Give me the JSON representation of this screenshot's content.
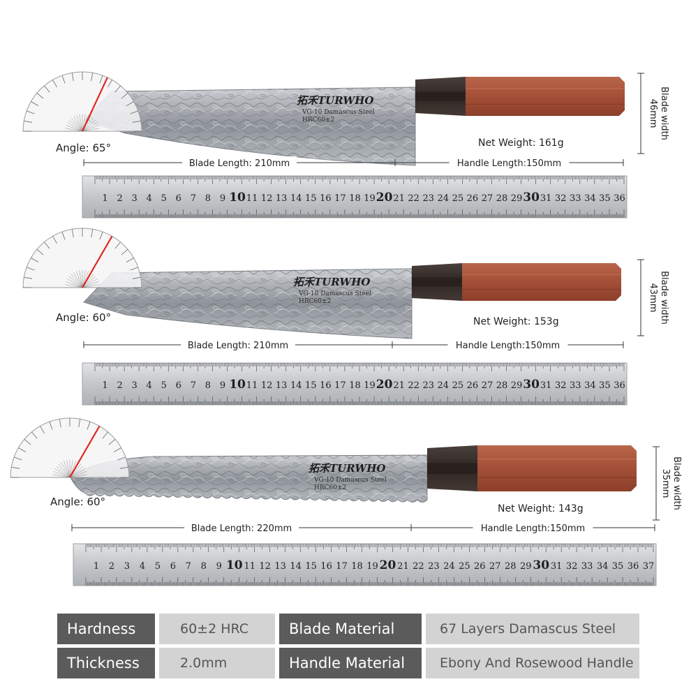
{
  "brand": {
    "name": "TURWHO",
    "logo_text": "拓禾TURWHO"
  },
  "colors": {
    "handle_wood": "#a75239",
    "handle_ebony": "#3a2f2c",
    "angle_line": "#e0271f",
    "spec_label_bg": "#5b5b5b",
    "spec_value_bg": "#d3d3d3"
  },
  "knives": [
    {
      "id": "knife-1",
      "angle_label": "Angle: 65°",
      "angle_deg": 65,
      "net_weight": "Net Weight: 161g",
      "blade_width_label": "Blade width",
      "blade_width_value": "46mm",
      "blade_length": "Blade Length: 210mm",
      "handle_length": "Handle Length:150mm",
      "blade_marking_1": "VG-10 Damascus Steel",
      "blade_marking_2": "HRC60±2",
      "ruler_max": 36
    },
    {
      "id": "knife-2",
      "angle_label": "Angle: 60°",
      "angle_deg": 60,
      "net_weight": "Net Weight: 153g",
      "blade_width_label": "Blade width",
      "blade_width_value": "43mm",
      "blade_length": "Blade Length: 210mm",
      "handle_length": "Handle Length:150mm",
      "blade_marking_1": "VG-10 Damascus Steel",
      "blade_marking_2": "HRC60±2",
      "ruler_max": 36
    },
    {
      "id": "knife-3",
      "angle_label": "Angle: 60°",
      "angle_deg": 60,
      "net_weight": "Net Weight: 143g",
      "blade_width_label": "Blade width",
      "blade_width_value": "35mm",
      "blade_length": "Blade Length: 220mm",
      "handle_length": "Handle Length:150mm",
      "blade_marking_1": "VG-10 Damascus Steel",
      "blade_marking_2": "HRC60±2",
      "ruler_max": 37
    }
  ],
  "specs": [
    {
      "label": "Hardness",
      "value": "60±2 HRC",
      "label2": "Blade Material",
      "value2": "67 Layers Damascus Steel"
    },
    {
      "label": "Thickness",
      "value": "2.0mm",
      "label2": "Handle Material",
      "value2": "Ebony And Rosewood Handle"
    }
  ]
}
